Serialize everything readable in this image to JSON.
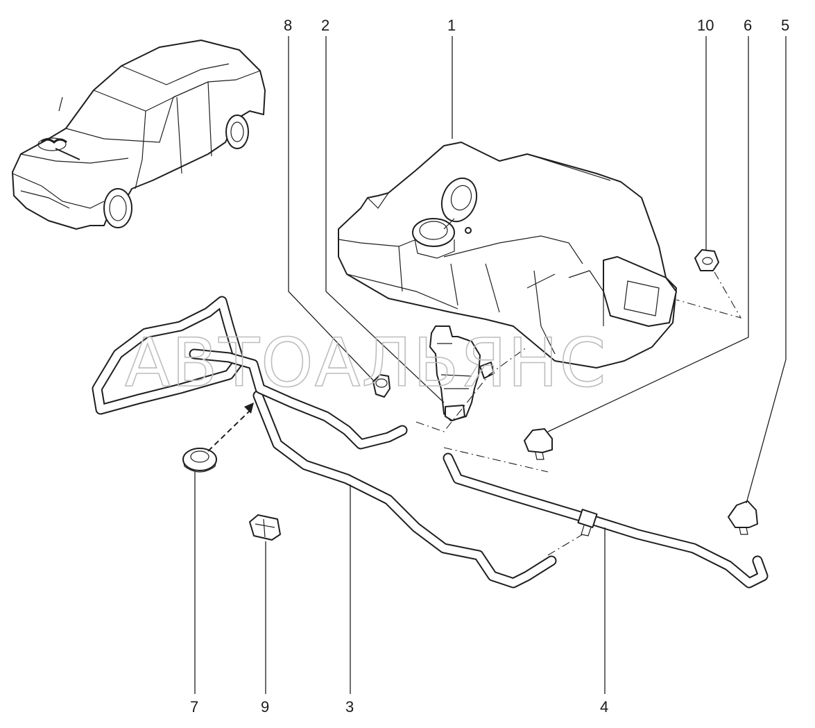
{
  "watermark": "АВТОАЛЬЯНС",
  "callouts": [
    {
      "id": "c1",
      "label": "1"
    },
    {
      "id": "c2",
      "label": "2"
    },
    {
      "id": "c3",
      "label": "3"
    },
    {
      "id": "c4",
      "label": "4"
    },
    {
      "id": "c5",
      "label": "5"
    },
    {
      "id": "c6",
      "label": "6"
    },
    {
      "id": "c7",
      "label": "7"
    },
    {
      "id": "c8",
      "label": "8"
    },
    {
      "id": "c9",
      "label": "9"
    },
    {
      "id": "c10",
      "label": "10"
    }
  ]
}
